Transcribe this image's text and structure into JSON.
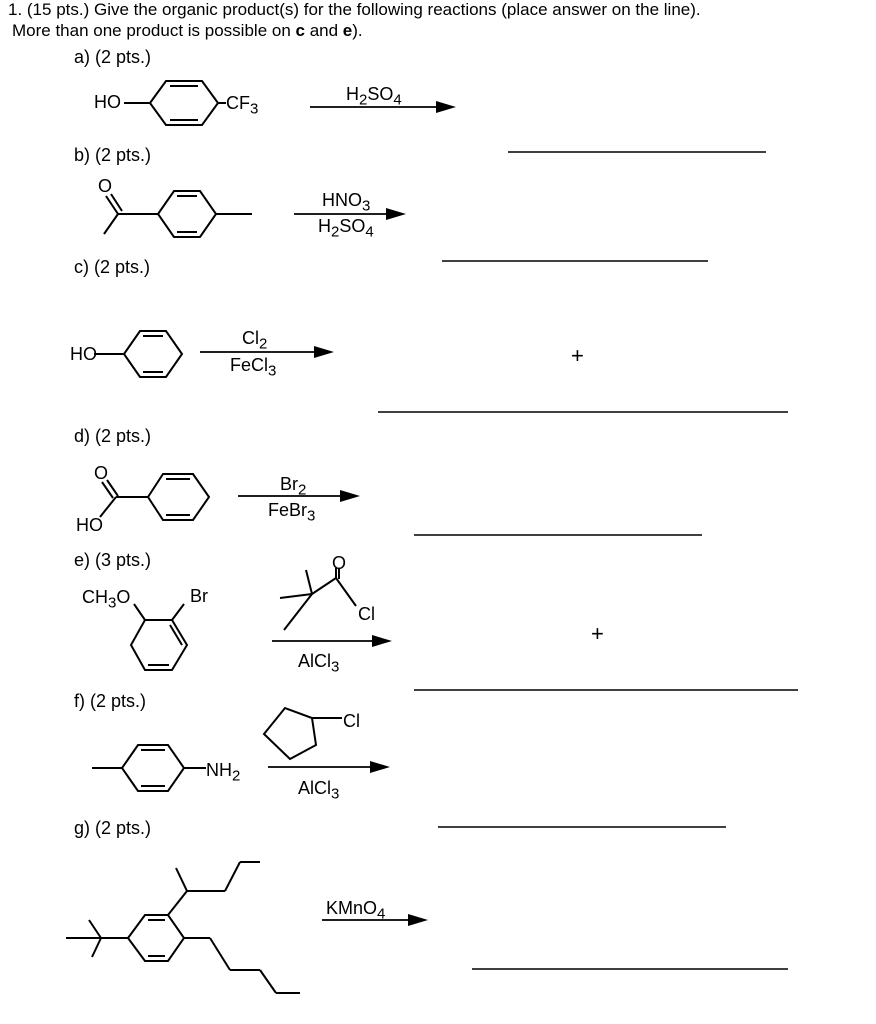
{
  "question": {
    "line1": "1.  (15 pts.)  Give the organic product(s) for the following reactions (place answer on the line).",
    "line2_pre": "More than one product is possible on ",
    "line2_bold1": "c",
    "line2_mid": " and ",
    "line2_bold2": "e",
    "line2_post": ")."
  },
  "parts": {
    "a": {
      "label": "a)  (2 pts.)",
      "sub_left": "HO",
      "sub_right": "CF",
      "sub_right_n": "3",
      "reagent_top": [
        "H",
        "2",
        "SO",
        "4"
      ]
    },
    "b": {
      "label": "b)  (2 pts.)",
      "carbonyl_o": "O",
      "reagent_top": [
        "HNO",
        "3"
      ],
      "reagent_bottom": [
        "H",
        "2",
        "SO",
        "4"
      ]
    },
    "c": {
      "label": "c)  (2 pts.)",
      "sub_left": "HO",
      "reagent_top": [
        "Cl",
        "2"
      ],
      "reagent_bottom": [
        "FeCl",
        "3"
      ],
      "plus": "+"
    },
    "d": {
      "label": "d)  (2 pts.)",
      "carbonyl_o": "O",
      "sub_left": "HO",
      "reagent_top": [
        "Br",
        "2"
      ],
      "reagent_bottom": [
        "FeBr",
        "3"
      ]
    },
    "e": {
      "label": "e)  (3 pts.)",
      "sub_ome": [
        "CH",
        "3",
        "O"
      ],
      "sub_br": "Br",
      "acyl_o": "O",
      "acyl_cl": "Cl",
      "reagent_bottom": [
        "AlCl",
        "3"
      ],
      "plus": "+"
    },
    "f": {
      "label": "f)  (2 pts.)",
      "sub_nh2": [
        "NH",
        "2"
      ],
      "alkyl_cl": "Cl",
      "reagent_bottom": [
        "AlCl",
        "3"
      ]
    },
    "g": {
      "label": "g)  (2 pts.)",
      "reagent_top": [
        "KMnO",
        "4"
      ]
    }
  }
}
